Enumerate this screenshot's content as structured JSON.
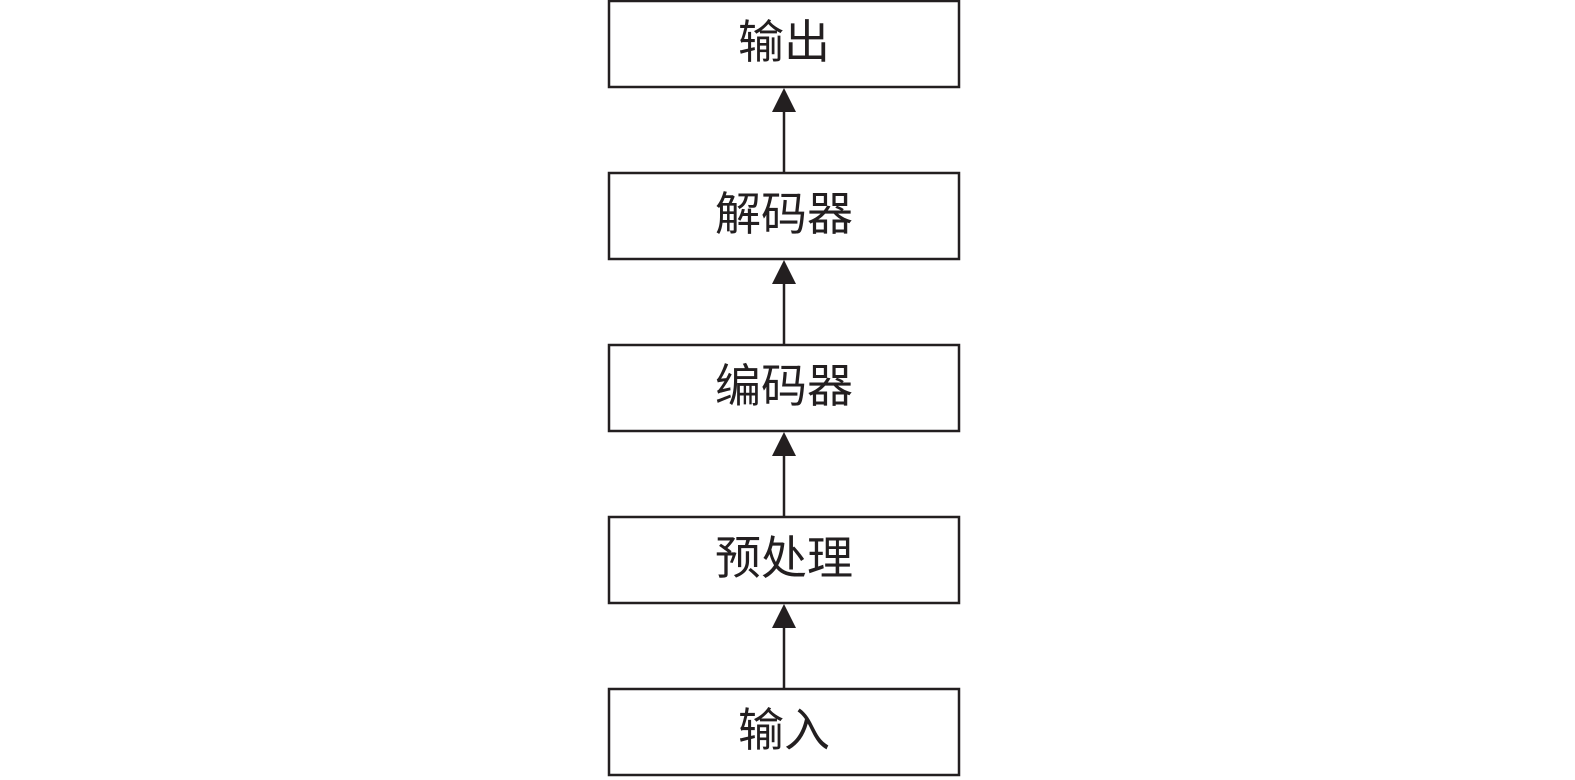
{
  "diagram": {
    "nodes": [
      {
        "id": "output",
        "label": "输出"
      },
      {
        "id": "decoder",
        "label": "解码器"
      },
      {
        "id": "encoder",
        "label": "编码器"
      },
      {
        "id": "preprocess",
        "label": "预处理"
      },
      {
        "id": "input",
        "label": "输入"
      }
    ],
    "edges": [
      {
        "from": "input",
        "to": "preprocess"
      },
      {
        "from": "preprocess",
        "to": "encoder"
      },
      {
        "from": "encoder",
        "to": "decoder"
      },
      {
        "from": "decoder",
        "to": "output"
      }
    ]
  }
}
